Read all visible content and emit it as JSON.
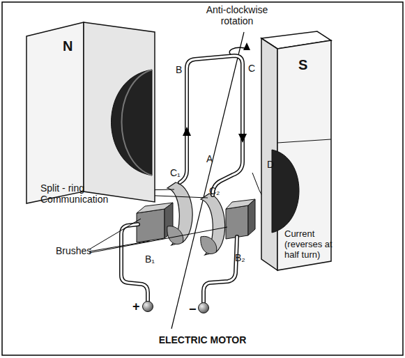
{
  "diagram": {
    "caption": "ELECTRIC MOTOR",
    "nodes": [
      {
        "text": [
          "N"
        ]
      },
      {
        "text": [
          "S"
        ]
      }
    ],
    "labels": [
      "Anti-clockwise rotation",
      "B",
      "C",
      "A",
      "C₁",
      "C₂",
      "D",
      "Split - ring Communication",
      "Brushes",
      "B₁",
      "B₂",
      "Current (reverses at half turn)",
      "+",
      "−"
    ]
  }
}
